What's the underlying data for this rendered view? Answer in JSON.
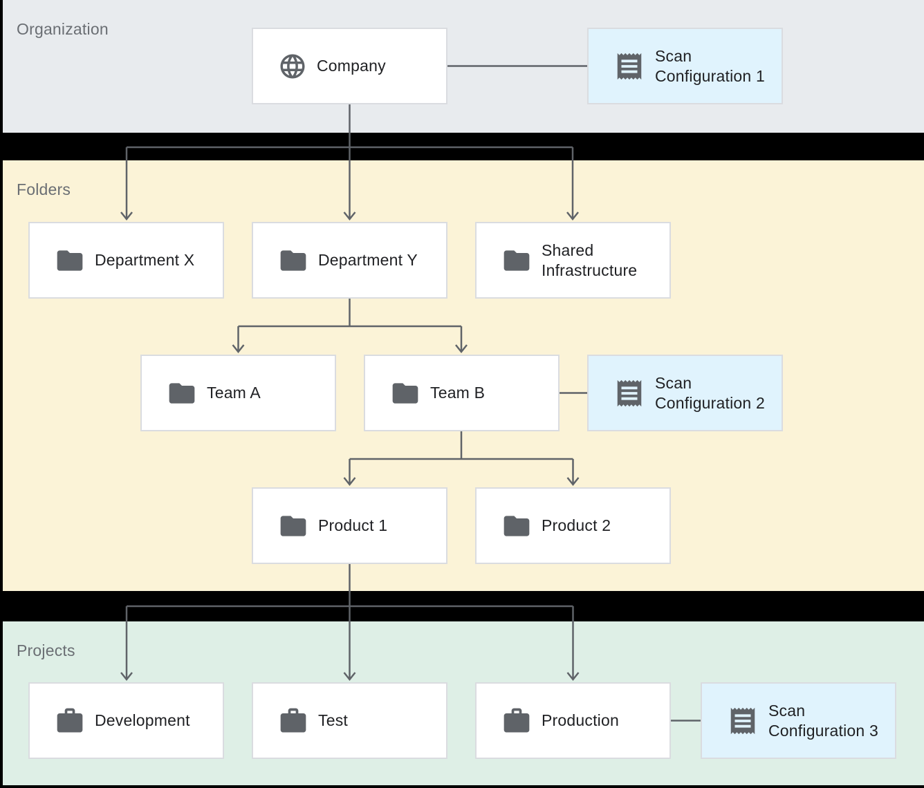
{
  "bands": {
    "organization": {
      "label": "Organization",
      "background": "#e8ebee"
    },
    "folders": {
      "label": "Folders",
      "background": "#fbf3d7"
    },
    "projects": {
      "label": "Projects",
      "background": "#deefe6"
    }
  },
  "nodes": {
    "company": {
      "label": "Company",
      "icon": "globe-icon",
      "type": "organization"
    },
    "scan_configuration_1": {
      "label": "Scan Configuration 1",
      "icon": "receipt-icon",
      "type": "scan-config"
    },
    "department_x": {
      "label": "Department X",
      "icon": "folder-icon",
      "type": "folder"
    },
    "department_y": {
      "label": "Department Y",
      "icon": "folder-icon",
      "type": "folder"
    },
    "shared_infrastructure": {
      "label": "Shared Infrastructure",
      "icon": "folder-icon",
      "type": "folder"
    },
    "team_a": {
      "label": "Team A",
      "icon": "folder-icon",
      "type": "folder"
    },
    "team_b": {
      "label": "Team B",
      "icon": "folder-icon",
      "type": "folder"
    },
    "scan_configuration_2": {
      "label": "Scan Configuration 2",
      "icon": "receipt-icon",
      "type": "scan-config"
    },
    "product_1": {
      "label": "Product 1",
      "icon": "folder-icon",
      "type": "folder"
    },
    "product_2": {
      "label": "Product 2",
      "icon": "folder-icon",
      "type": "folder"
    },
    "development": {
      "label": "Development",
      "icon": "briefcase-icon",
      "type": "project"
    },
    "test": {
      "label": "Test",
      "icon": "briefcase-icon",
      "type": "project"
    },
    "production": {
      "label": "Production",
      "icon": "briefcase-icon",
      "type": "project"
    },
    "scan_configuration_3": {
      "label": "Scan Configuration 3",
      "icon": "receipt-icon",
      "type": "scan-config"
    }
  },
  "edges": [
    {
      "from": "company",
      "to": "department_x",
      "style": "arrow"
    },
    {
      "from": "company",
      "to": "department_y",
      "style": "arrow"
    },
    {
      "from": "company",
      "to": "shared_infrastructure",
      "style": "arrow"
    },
    {
      "from": "company",
      "to": "scan_configuration_1",
      "style": "plain"
    },
    {
      "from": "department_y",
      "to": "team_a",
      "style": "arrow"
    },
    {
      "from": "department_y",
      "to": "team_b",
      "style": "arrow"
    },
    {
      "from": "team_b",
      "to": "scan_configuration_2",
      "style": "plain"
    },
    {
      "from": "team_b",
      "to": "product_1",
      "style": "arrow"
    },
    {
      "from": "team_b",
      "to": "product_2",
      "style": "arrow"
    },
    {
      "from": "product_1",
      "to": "development",
      "style": "arrow"
    },
    {
      "from": "product_1",
      "to": "test",
      "style": "arrow"
    },
    {
      "from": "product_1",
      "to": "production",
      "style": "arrow"
    },
    {
      "from": "production",
      "to": "scan_configuration_3",
      "style": "plain"
    }
  ],
  "colors": {
    "background": "#000000",
    "node_background": "#ffffff",
    "scan_config_background": "#e0f3fd",
    "node_border": "#dadce0",
    "connector_line": "#5f6368",
    "icon": "#5f6368",
    "node_text": "#202124",
    "band_label_text": "#6a6e73"
  }
}
